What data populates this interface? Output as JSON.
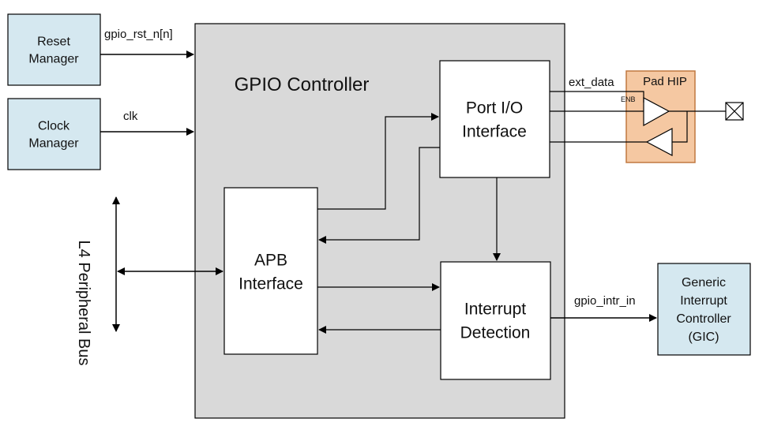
{
  "colors": {
    "external_block_fill": "#d5e8f0",
    "controller_fill": "#d9d9d9",
    "pad_fill": "#f5c8a2",
    "pad_border": "#c07840",
    "line": "#000000"
  },
  "blocks": {
    "reset_manager": "Reset\nManager",
    "clock_manager": "Clock\nManager",
    "gpio_controller": "GPIO Controller",
    "port_io_interface": "Port I/O\nInterface",
    "apb_interface": "APB\nInterface",
    "interrupt_detection": "Interrupt\nDetection",
    "gic": "Generic\nInterrupt\nController\n(GIC)",
    "pad_hip": "Pad HIP"
  },
  "signals": {
    "gpio_rst_n": "gpio_rst_n[n]",
    "clk": "clk",
    "ext_data": "ext_data",
    "enb": "ENB",
    "gpio_intr_in": "gpio_intr_in"
  },
  "bus_label": "L4 Peripheral Bus"
}
